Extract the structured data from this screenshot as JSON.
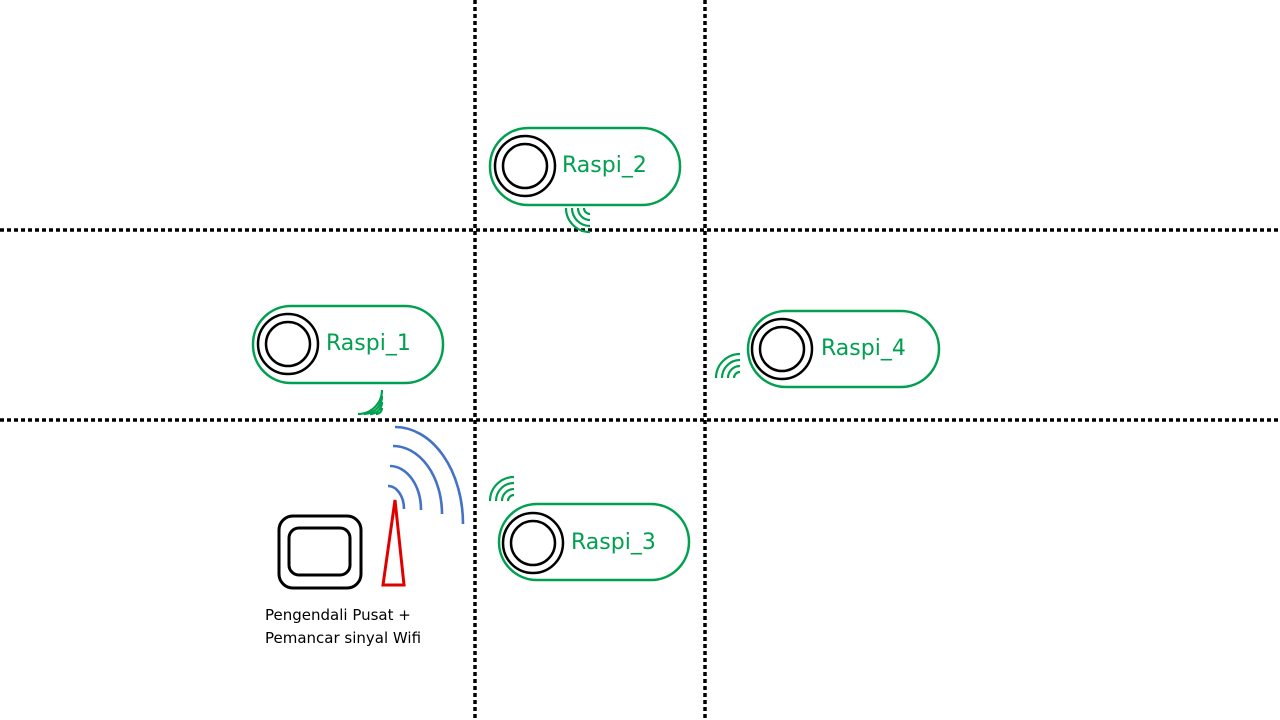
{
  "nodes": [
    {
      "label": "Raspi_1"
    },
    {
      "label": "Raspi_2"
    },
    {
      "label": "Raspi_3"
    },
    {
      "label": "Raspi_4"
    }
  ],
  "controller": {
    "label_line1": "Pengendali Pusat +",
    "label_line2": "Pemancar sinyal Wifi"
  },
  "colors": {
    "node_outline": "#00a050",
    "node_text": "#00a050",
    "wifi_small": "#00a050",
    "wifi_big": "#4472c4",
    "antenna": "#e00000",
    "grid": "#000000"
  }
}
